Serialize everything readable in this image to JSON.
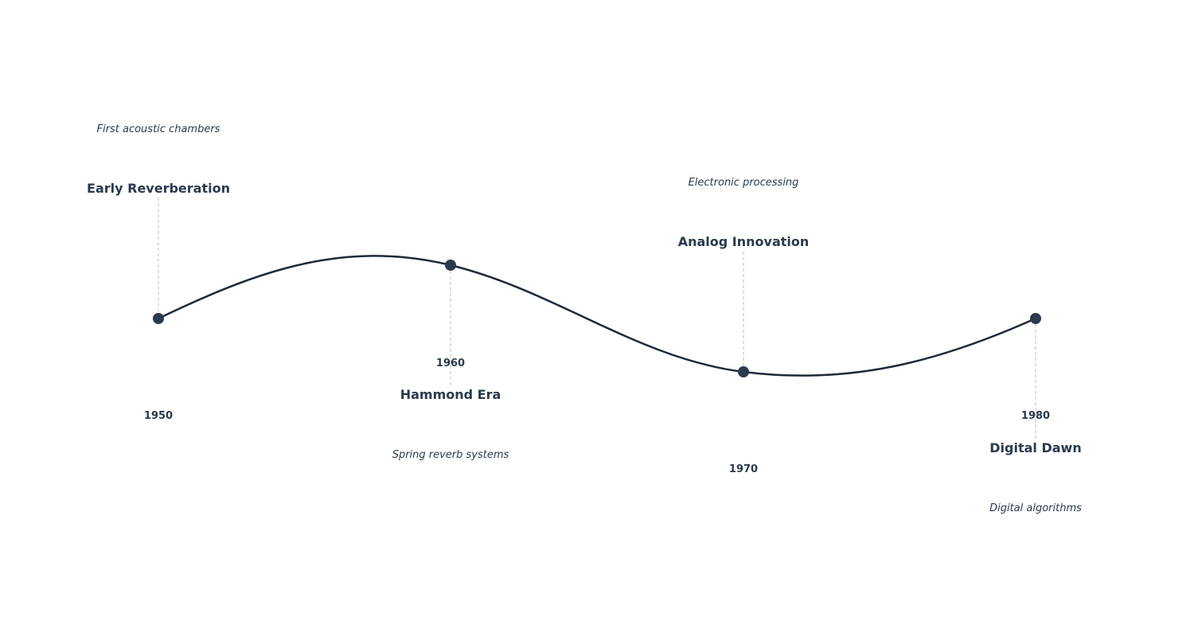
{
  "timeline": {
    "line_color": "#1f2937",
    "marker_color": "#2b3a4d",
    "text_color": "#2b3a4d",
    "connector_color": "#bdbdbd",
    "milestones": [
      {
        "year": "1950",
        "title": "Early Reverberation",
        "subtitle": "First acoustic chambers"
      },
      {
        "year": "1960",
        "title": "Hammond Era",
        "subtitle": "Spring reverb systems"
      },
      {
        "year": "1970",
        "title": "Analog Innovation",
        "subtitle": "Electronic processing"
      },
      {
        "year": "1980",
        "title": "Digital Dawn",
        "subtitle": "Digital algorithms"
      }
    ]
  }
}
